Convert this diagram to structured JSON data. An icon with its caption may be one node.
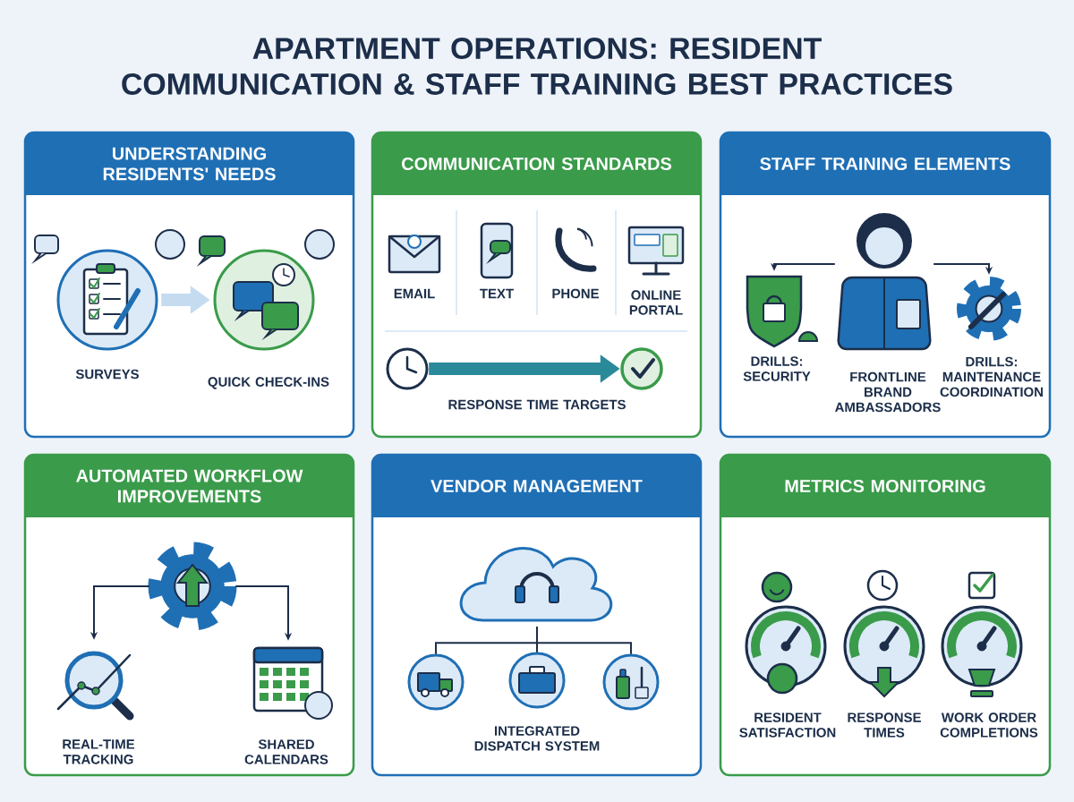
{
  "diagram": {
    "title": "APARTMENT OPERATIONS: RESIDENT COMMUNICATION & STAFF TRAINING BEST PRACTICES",
    "nodes": [
      {
        "text": [
          "UNDERSTANDING RESIDENTS' NEEDS"
        ]
      },
      {
        "text": [
          "SURVEYS"
        ],
        "in": 0
      },
      {
        "text": [
          "QUICK CHECK-INS"
        ],
        "in": 0
      },
      {
        "text": [
          "COMMUNICATION STANDARDS",
          "RESPONSE TIME TARGETS"
        ]
      },
      {
        "text": [
          "EMAIL"
        ],
        "in": 3
      },
      {
        "text": [
          "TEXT"
        ],
        "in": 3
      },
      {
        "text": [
          "PHONE"
        ],
        "in": 3
      },
      {
        "text": [
          "ONLINE PORTAL"
        ],
        "in": 3
      },
      {
        "text": [],
        "shape": "picture",
        "in": 3
      },
      {
        "text": [],
        "shape": "picture",
        "in": 3
      },
      {
        "text": [
          "STAFF TRAINING ELEMENTS"
        ]
      },
      {
        "text": [
          "DRILLS: SECURITY"
        ],
        "in": 10
      },
      {
        "text": [
          "FRONTLINE BRAND AMBASSADORS"
        ],
        "in": 10
      },
      {
        "text": [
          "DRILLS: MAINTENANCE COORDINATION"
        ],
        "in": 10
      },
      {
        "text": [
          "AUTOMATED WORKFLOW IMPROVEMENTS"
        ]
      },
      {
        "text": [],
        "shape": "picture",
        "in": 14
      },
      {
        "text": [
          "REAL-TIME TRACKING"
        ],
        "in": 14
      },
      {
        "text": [
          "SHARED CALENDARS"
        ],
        "in": 14
      },
      {
        "text": [
          "VENDOR MANAGEMENT",
          "INTEGRATED DISPATCH SYSTEM"
        ]
      },
      {
        "text": [],
        "shape": "cloud",
        "in": 18
      },
      {
        "text": [],
        "shape": "picture",
        "in": 18
      },
      {
        "text": [],
        "shape": "picture",
        "in": 18
      },
      {
        "text": [],
        "shape": "picture",
        "in": 18
      },
      {
        "text": [
          "METRICS MONITORING"
        ]
      },
      {
        "text": [
          "RESIDENT SATISFACTION"
        ],
        "in": 23
      },
      {
        "text": [
          "RESPONSE TIMES"
        ],
        "in": 23
      },
      {
        "text": [
          "WORK ORDER COMPLETIONS"
        ],
        "in": 23
      }
    ],
    "edges": [
      {
        "from": 1,
        "to": 2,
        "arrow": "to",
        "style": "thick",
        "color": "#c5dcf0"
      },
      {
        "from": 8,
        "to": 9,
        "arrow": "to",
        "style": "thick",
        "color": "#2a8a9a"
      },
      {
        "from": 12,
        "to": 11,
        "arrow": "to"
      },
      {
        "from": 12,
        "to": 13,
        "arrow": "to"
      },
      {
        "from": 15,
        "to": 16,
        "arrow": "to"
      },
      {
        "from": 15,
        "to": 17,
        "arrow": "to"
      },
      {
        "from": 19,
        "to": 20,
        "arrow": "none"
      },
      {
        "from": 19,
        "to": 21,
        "arrow": "none"
      },
      {
        "from": 19,
        "to": 22,
        "arrow": "none"
      }
    ]
  }
}
